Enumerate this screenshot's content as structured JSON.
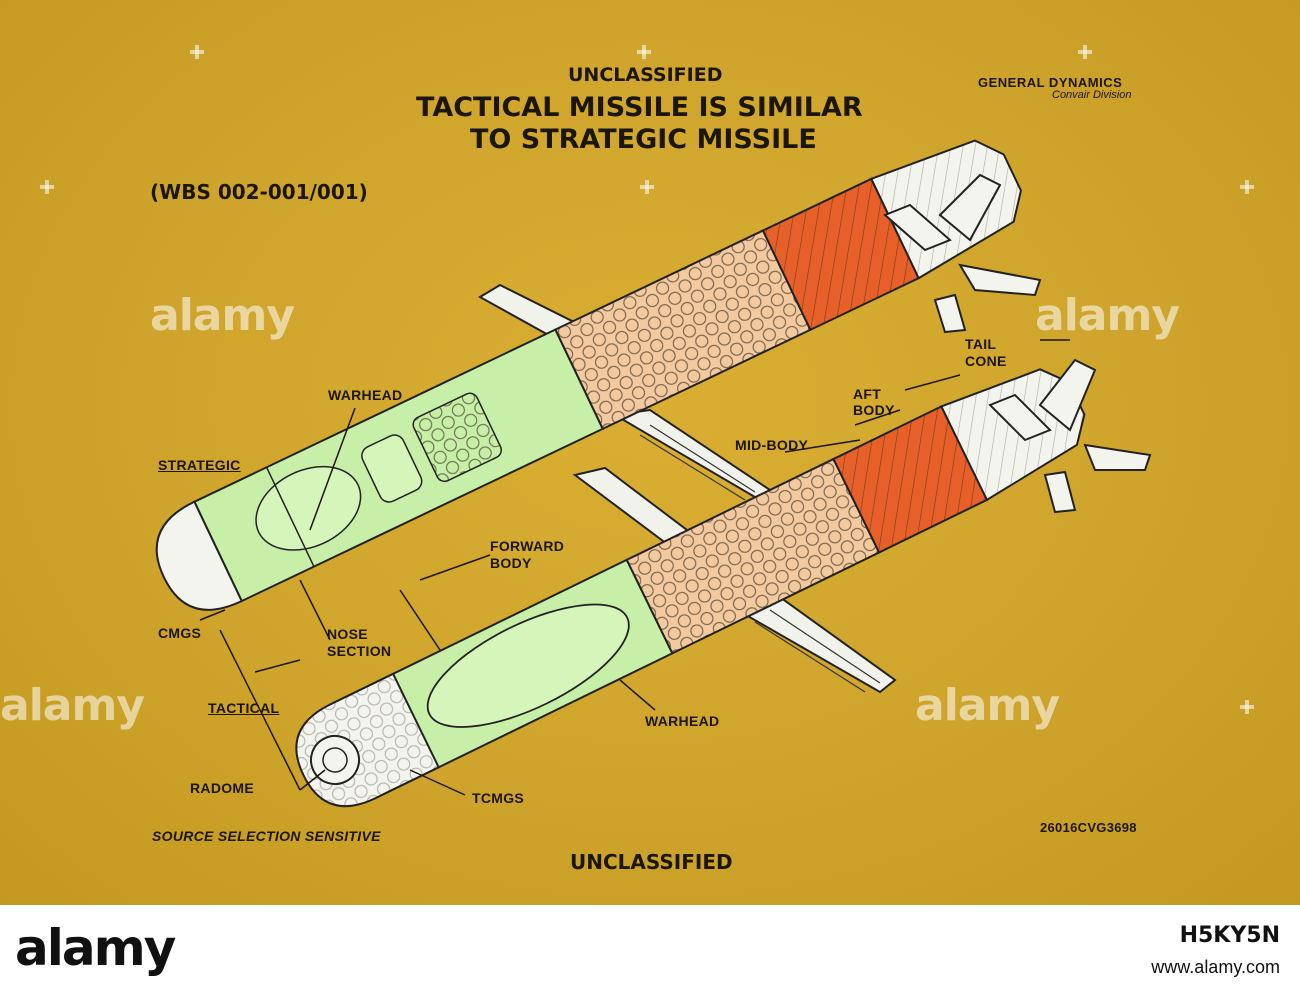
{
  "header": {
    "classification_top": "UNCLASSIFIED",
    "title_line1": "TACTICAL MISSILE IS SIMILAR",
    "title_line2": "TO STRATEGIC MISSILE",
    "wbs": "(WBS 002-001/001)",
    "company": "GENERAL DYNAMICS",
    "division": "Convair Division"
  },
  "labels": {
    "strategic": "STRATEGIC",
    "tactical": "TACTICAL",
    "warhead_top": "WARHEAD",
    "warhead_bottom": "WARHEAD",
    "mid_body": "MID-BODY",
    "aft_body_1": "AFT",
    "aft_body_2": "BODY",
    "tail_cone_1": "TAIL",
    "tail_cone_2": "CONE",
    "forward_body_1": "FORWARD",
    "forward_body_2": "BODY",
    "nose_section_1": "NOSE",
    "nose_section_2": "SECTION",
    "cmgs": "CMGS",
    "tcmgs": "TCMGS",
    "radome": "RADOME"
  },
  "footer": {
    "sensitivity": "SOURCE SELECTION SENSITIVE",
    "doc_number": "26016CVG3698",
    "classification_bottom": "UNCLASSIFIED"
  },
  "watermark": {
    "text": "alamy",
    "bar_logo": "alamy",
    "image_id": "H5KY5N",
    "site": "www.alamy.com"
  },
  "colors": {
    "background": "#d4a82f",
    "green_section": "#c8efa8",
    "peach_section": "#f3c9a0",
    "orange_section": "#e7602a",
    "white_section": "#f4f4ef",
    "ink": "#1b1608"
  }
}
